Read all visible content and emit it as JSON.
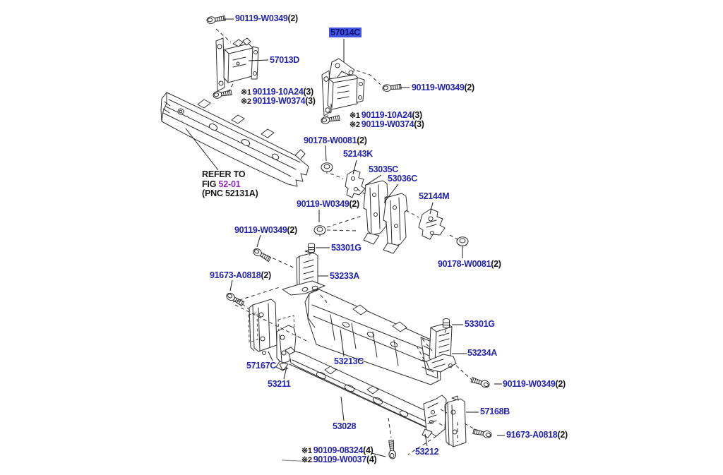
{
  "colors": {
    "part_link": "#2424b2",
    "quantity_text": "#151515",
    "highlight_bg": "#4356e3",
    "highlight_text": "#10106e",
    "fig_link": "#8d2bb8",
    "note_text": "#1a1a1a",
    "line_art": "#2d2d2d"
  },
  "icons": {
    "bolt_icon": "hex flange bolt",
    "nut_icon": "flange nut",
    "clip_icon": "push retainer clip"
  },
  "callouts": {
    "w0349_a": {
      "part": "90119-W0349",
      "qty": "(2)"
    },
    "p57013d": {
      "part": "57013D",
      "qty": ""
    },
    "p57014c": {
      "part": "57014C",
      "qty": ""
    },
    "w0349_b": {
      "part": "90119-W0349",
      "qty": "(2)"
    },
    "w0081_a": {
      "part": "90178-W0081",
      "qty": "(2)"
    },
    "p52143k": {
      "part": "52143K",
      "qty": ""
    },
    "p53035c": {
      "part": "53035C",
      "qty": ""
    },
    "p53036c": {
      "part": "53036C",
      "qty": ""
    },
    "p52144m": {
      "part": "52144M",
      "qty": ""
    },
    "w0349_c": {
      "part": "90119-W0349",
      "qty": "(2)"
    },
    "w0349_d": {
      "part": "90119-W0349",
      "qty": "(2)"
    },
    "p53301g_a": {
      "part": "53301G",
      "qty": ""
    },
    "p53233a": {
      "part": "53233A",
      "qty": ""
    },
    "a0818_a": {
      "part": "91673-A0818",
      "qty": "(2)"
    },
    "w0081_b": {
      "part": "90178-W0081",
      "qty": "(2)"
    },
    "p53301g_b": {
      "part": "53301G",
      "qty": ""
    },
    "p53234a": {
      "part": "53234A",
      "qty": ""
    },
    "p57167c": {
      "part": "57167C",
      "qty": ""
    },
    "p53213c": {
      "part": "53213C",
      "qty": ""
    },
    "p53211": {
      "part": "53211",
      "qty": ""
    },
    "w0349_e": {
      "part": "90119-W0349",
      "qty": "(2)"
    },
    "p57168b": {
      "part": "57168B",
      "qty": ""
    },
    "a0818_b": {
      "part": "91673-A0818",
      "qty": "(2)"
    },
    "p53028": {
      "part": "53028",
      "qty": ""
    },
    "p53212": {
      "part": "53212",
      "qty": ""
    }
  },
  "notes": {
    "n1": {
      "prefix": "※1",
      "part": "90119-10A24",
      "qty": "(3)"
    },
    "n2": {
      "prefix": "※2",
      "part": "90119-W0374",
      "qty": "(3)"
    },
    "n3": {
      "prefix": "※1",
      "part": "90119-10A24",
      "qty": "(3)"
    },
    "n4": {
      "prefix": "※2",
      "part": "90119-W0374",
      "qty": "(3)"
    },
    "n5": {
      "prefix": "※1",
      "part": "90109-08324",
      "qty": "(4)"
    },
    "n6": {
      "prefix": "※2",
      "part": "90109-W0037",
      "qty": "(4)"
    }
  },
  "refer": {
    "line1": "REFER TO",
    "fig_prefix": "FIG ",
    "fig_link": "52-01",
    "line3": "(PNC 52131A)"
  }
}
